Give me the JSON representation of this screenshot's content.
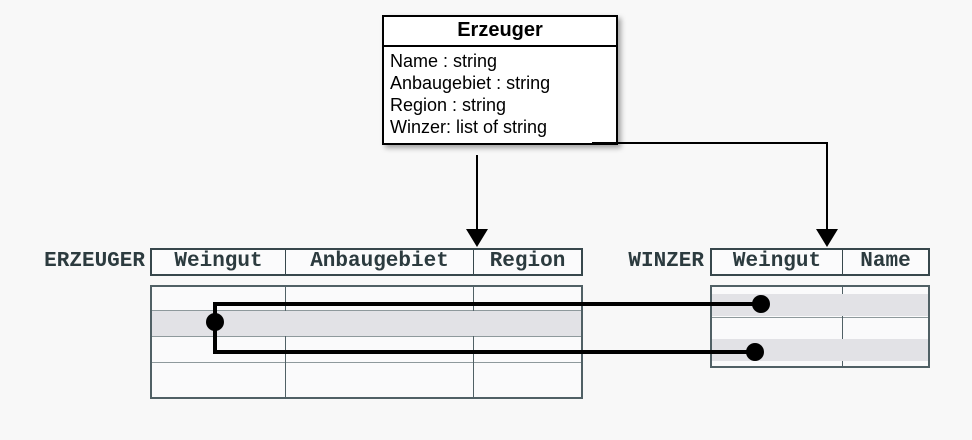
{
  "colors": {
    "background": "#f8f8f8",
    "class_box_border": "#000000",
    "table_text": "#2c3b3f",
    "header_border": "#37474c",
    "body_border": "#506065",
    "row_highlight": "#e2e2e6",
    "connector": "#000000"
  },
  "class_box": {
    "title": "Erzeuger",
    "attributes": [
      "Name : string",
      "Anbaugebiet : string",
      "Region : string",
      "Winzer: list of string"
    ]
  },
  "tables": {
    "erzeuger": {
      "label": "ERZEUGER",
      "columns": [
        "Weingut",
        "Anbaugebiet",
        "Region"
      ],
      "row_count": 4,
      "highlighted_rows": [
        2
      ]
    },
    "winzer": {
      "label": "WINZER",
      "columns": [
        "Weingut",
        "Name"
      ],
      "row_count": 4,
      "highlighted_rows": [
        2,
        4
      ]
    }
  }
}
